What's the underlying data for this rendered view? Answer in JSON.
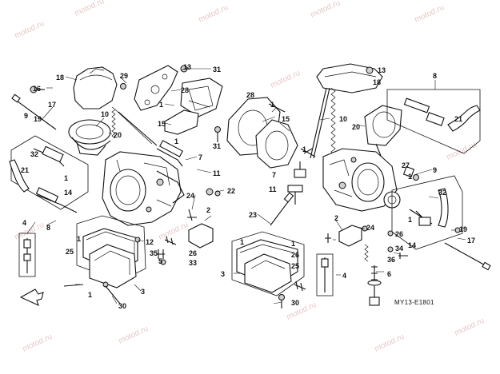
{
  "watermark": "motod.ru",
  "diagram_code": "MY13-E1801",
  "labels": {
    "l1a": "1",
    "l1b": "1",
    "l1c": "1",
    "l1d": "1",
    "l1e": "1",
    "l1f": "1",
    "l1g": "1",
    "l1h": "1",
    "l1i": "1",
    "l1j": "1",
    "l1k": "1",
    "l2a": "2",
    "l2b": "2",
    "l3a": "3",
    "l3b": "3",
    "l4a": "4",
    "l4b": "4",
    "l5a": "5",
    "l6a": "6",
    "l7a": "7",
    "l7b": "7",
    "l8a": "8",
    "l8b": "8",
    "l9a": "9",
    "l9b": "9",
    "l10a": "10",
    "l10b": "10",
    "l11a": "11",
    "l11b": "11",
    "l12a": "12",
    "l13a": "13",
    "l14a": "14",
    "l14b": "14",
    "l15a": "15",
    "l16a": "16",
    "l17a": "17",
    "l17b": "17",
    "l18a": "18",
    "l18b": "18",
    "l19a": "19",
    "l19b": "19",
    "l20a": "20",
    "l20b": "20",
    "l21a": "21",
    "l21b": "21",
    "l22a": "22",
    "l23a": "23",
    "l24a": "24",
    "l24b": "24",
    "l25a": "25",
    "l25b": "25",
    "l26a": "26",
    "l26b": "26",
    "l27a": "27",
    "l28a": "28",
    "l28b": "28",
    "l29a": "29",
    "l30a": "30",
    "l30b": "30",
    "l31a": "31",
    "l31b": "31",
    "l32a": "32",
    "l32b": "32",
    "l33a": "33",
    "l34a": "34",
    "l35a": "35",
    "l36a": "36"
  }
}
